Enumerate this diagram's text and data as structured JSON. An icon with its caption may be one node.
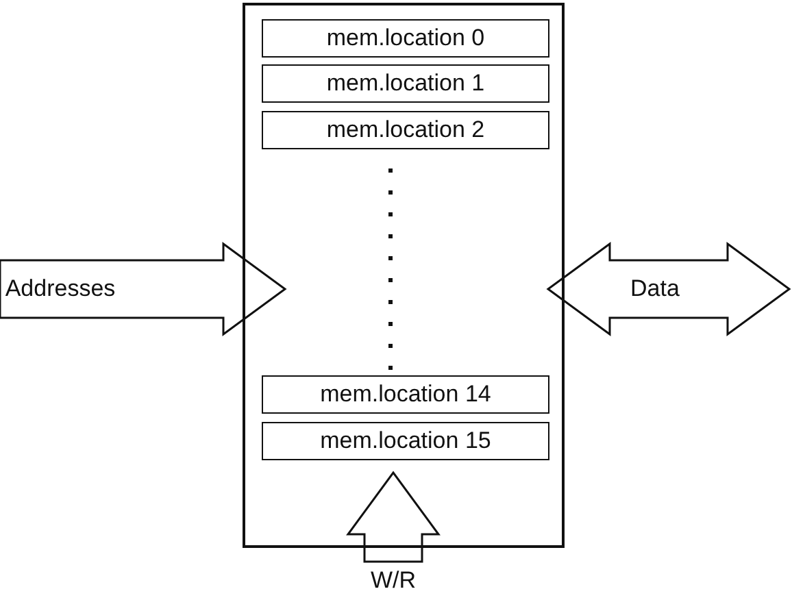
{
  "diagram": {
    "nodes": [
      {
        "text": [],
        "shape": "box"
      },
      {
        "text": [
          "mem.location 0"
        ],
        "in": 0
      },
      {
        "text": [
          "mem.location 1"
        ],
        "in": 0
      },
      {
        "text": [
          "mem.location 2"
        ],
        "in": 0
      },
      {
        "text": [
          "mem.location 14"
        ],
        "in": 0
      },
      {
        "text": [
          "mem.location 15"
        ],
        "in": 0
      },
      {
        "text": [
          "Addresses"
        ]
      },
      {
        "text": [
          "Data"
        ]
      },
      {
        "text": [
          "W/R"
        ]
      }
    ],
    "edges": [
      {
        "from": 6,
        "to": 0,
        "arrow": "to"
      },
      {
        "from": 0,
        "to": 7,
        "arrow": "both"
      },
      {
        "from": 8,
        "to": 0,
        "arrow": "to"
      }
    ]
  }
}
